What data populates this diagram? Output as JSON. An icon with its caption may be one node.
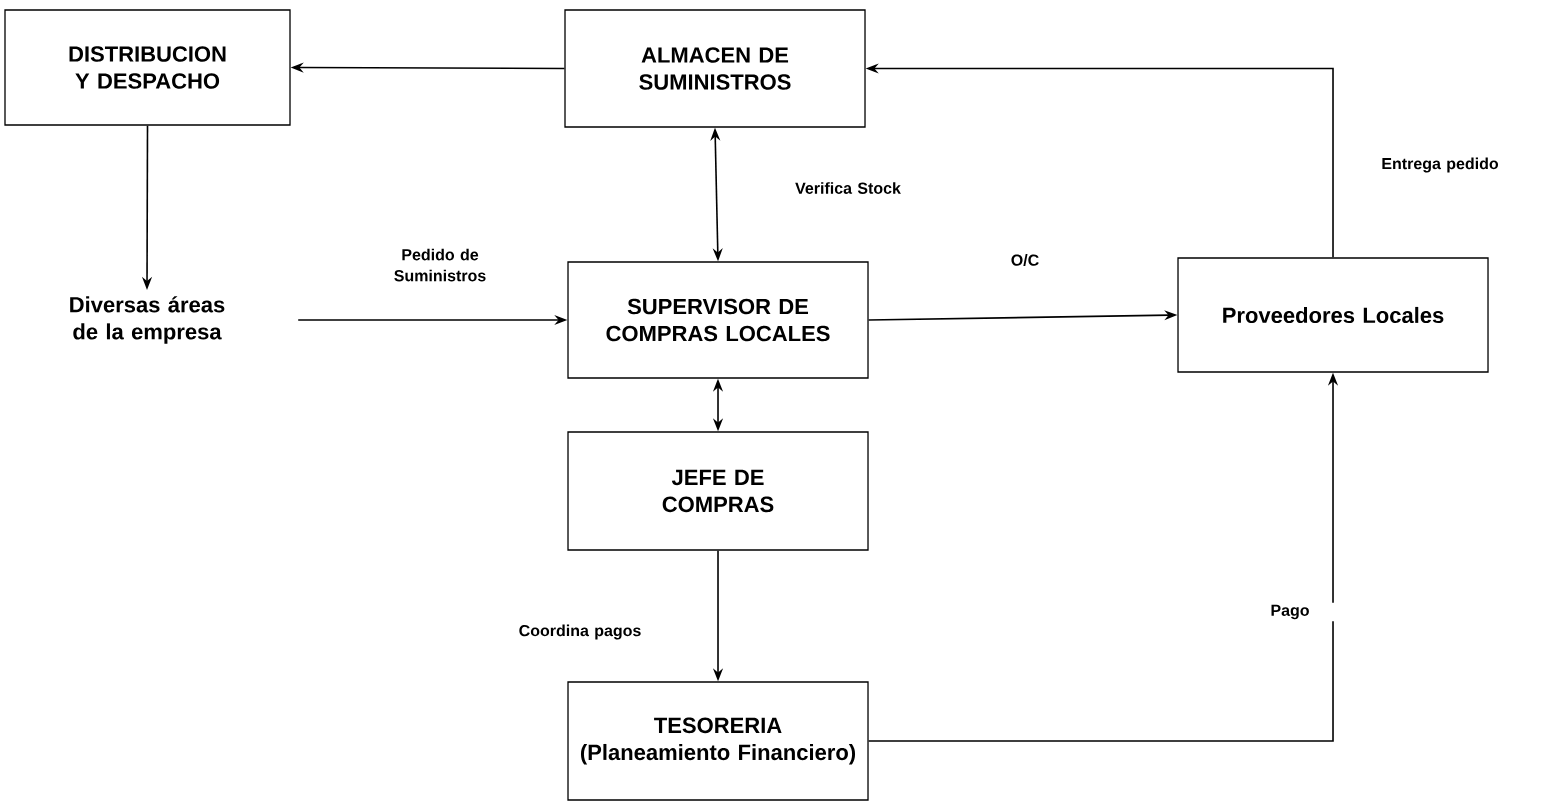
{
  "diagram": {
    "nodes": [
      {
        "text": [
          "DISTRIBUCION Y DESPACHO"
        ]
      },
      {
        "text": [
          "ALMACEN DE SUMINISTROS"
        ]
      },
      {
        "text": [
          "Diversas áreas de la empresa"
        ]
      },
      {
        "text": [
          "SUPERVISOR DE COMPRAS LOCALES"
        ]
      },
      {
        "text": [
          "Proveedores Locales"
        ]
      },
      {
        "text": [
          "JEFE DE COMPRAS"
        ]
      },
      {
        "text": [
          "TESORERIA",
          "(Planeamiento Financiero)"
        ]
      }
    ],
    "edges": [
      {
        "from": 1,
        "to": 0,
        "arrow": "to"
      },
      {
        "from": 0,
        "to": 2,
        "arrow": "to"
      },
      {
        "from": 2,
        "to": 3,
        "arrow": "to",
        "label": "Pedido de Suministros"
      },
      {
        "from": 1,
        "to": 3,
        "arrow": "both",
        "label": "Verifica Stock"
      },
      {
        "from": 3,
        "to": 4,
        "arrow": "to",
        "label": "O/C"
      },
      {
        "from": 4,
        "to": 1,
        "arrow": "to",
        "label": "Entrega pedido"
      },
      {
        "from": 3,
        "to": 5,
        "arrow": "both"
      },
      {
        "from": 5,
        "to": 6,
        "arrow": "to",
        "label": "Coordina pagos"
      },
      {
        "from": 6,
        "to": 4,
        "arrow": "to",
        "label": "Pago"
      }
    ]
  }
}
